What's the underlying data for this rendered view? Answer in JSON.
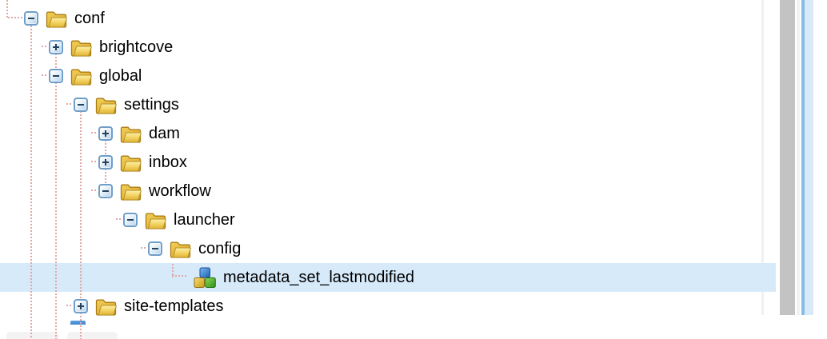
{
  "panel": {
    "name": "content-tree"
  },
  "tree": {
    "nodes": [
      {
        "label": "conf",
        "level": 0,
        "expander": "minus",
        "icon": "folder",
        "selected": false
      },
      {
        "label": "brightcove",
        "level": 1,
        "expander": "plus",
        "icon": "folder",
        "selected": false
      },
      {
        "label": "global",
        "level": 1,
        "expander": "minus",
        "icon": "folder",
        "selected": false
      },
      {
        "label": "settings",
        "level": 2,
        "expander": "minus",
        "icon": "folder",
        "selected": false
      },
      {
        "label": "dam",
        "level": 3,
        "expander": "plus",
        "icon": "folder",
        "selected": false
      },
      {
        "label": "inbox",
        "level": 3,
        "expander": "plus",
        "icon": "folder",
        "selected": false
      },
      {
        "label": "workflow",
        "level": 3,
        "expander": "minus",
        "icon": "folder",
        "selected": false
      },
      {
        "label": "launcher",
        "level": 4,
        "expander": "minus",
        "icon": "folder",
        "selected": false
      },
      {
        "label": "config",
        "level": 5,
        "expander": "minus",
        "icon": "folder",
        "selected": false
      },
      {
        "label": "metadata_set_lastmodified",
        "level": 6,
        "expander": "none",
        "icon": "cubes",
        "selected": true
      },
      {
        "label": "site-templates",
        "level": 2,
        "expander": "plus",
        "icon": "folder",
        "selected": false
      }
    ]
  },
  "colors": {
    "selection_bg": "#d7eafa",
    "tree_line": "#e0a8a6",
    "expander_border": "#6f9ec9",
    "expander_glyph": "#24425e",
    "folder_gold": "#eebe3f",
    "cube_blue": "#2e6fc4",
    "cube_yellow": "#e3b62e",
    "cube_green": "#3fae1f",
    "scrollbar_thumb": "#c3c3c3",
    "panel_divider_blue": "#85bce5",
    "panel_divider_blue_light": "#d9e9f7"
  }
}
